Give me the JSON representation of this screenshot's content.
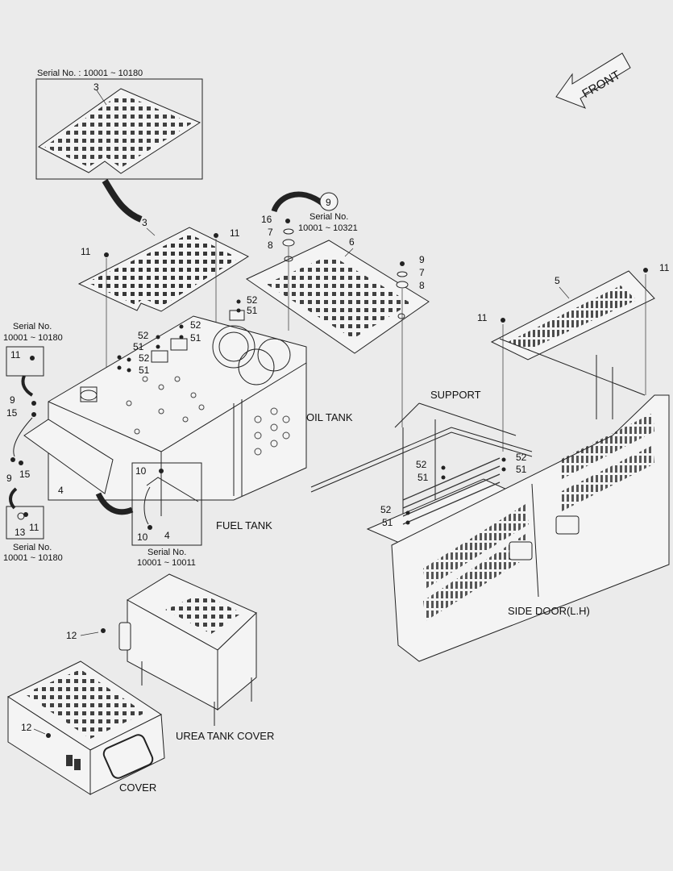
{
  "front_arrow": {
    "label": "FRONT"
  },
  "inset_top": {
    "serial_label": "Serial No. : 10001 ~ 10180",
    "part_number": "3"
  },
  "balloon": {
    "number": "9",
    "serial_line1": "Serial No.",
    "serial_line2": "10001 ~ 10321"
  },
  "left_inset_top": {
    "serial_line1": "Serial No.",
    "serial_line2": "10001 ~ 10180",
    "part_number": "11"
  },
  "left_inset_bottom": {
    "serial_line1": "Serial No.",
    "serial_line2": "10001 ~ 10180",
    "part_a": "13",
    "part_b": "11"
  },
  "fuel_inset": {
    "serial_line1": "Serial No.",
    "serial_line2": "10001 ~ 10011",
    "part_a": "10",
    "part_b": "10",
    "part_c": "4"
  },
  "component_labels": {
    "oil_tank": "OIL TANK",
    "fuel_tank": "FUEL TANK",
    "support": "SUPPORT",
    "side_door": "SIDE DOOR(L.H)",
    "urea_tank_cover": "UREA TANK COVER",
    "cover": "COVER"
  },
  "callouts": {
    "p3": "3",
    "p11a": "11",
    "p11b": "11",
    "p16": "16",
    "p7a": "7",
    "p8a": "8",
    "p6": "6",
    "p9a": "9",
    "p7b": "7",
    "p8b": "8",
    "p5": "5",
    "p11c": "11",
    "p11d": "11",
    "p52a": "52",
    "p51a": "51",
    "p52b": "52",
    "p51b": "51",
    "p52c": "52",
    "p51c": "51",
    "p9b": "9",
    "p15a": "15",
    "p9c": "9",
    "p15b": "15",
    "p4": "4",
    "p52d": "52",
    "p51d": "51",
    "p52e": "52",
    "p51e": "51",
    "p52f": "52",
    "p51f": "51",
    "p12a": "12",
    "p12b": "12"
  }
}
